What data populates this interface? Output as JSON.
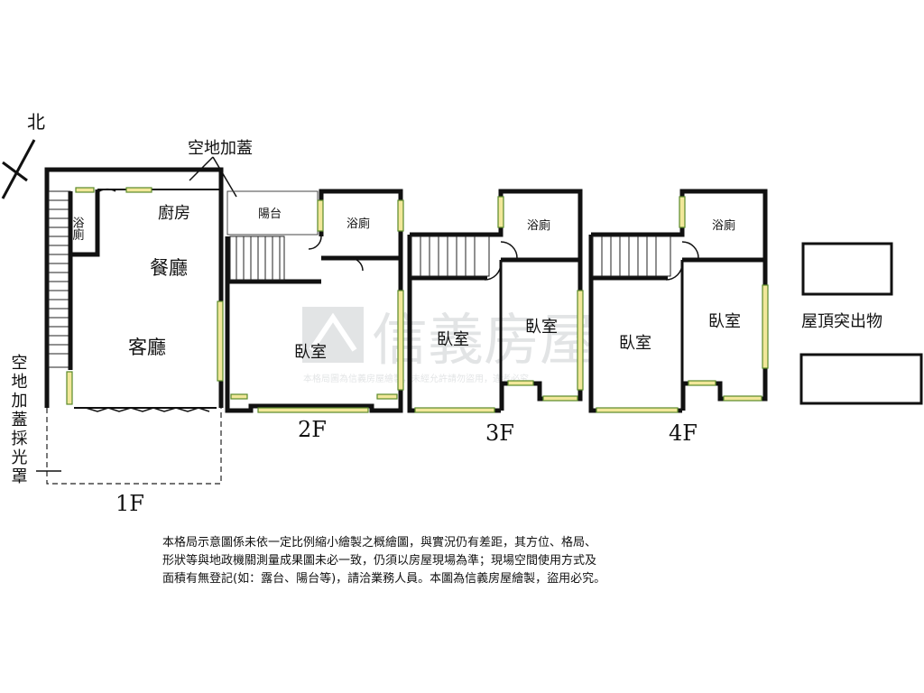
{
  "north_label": "北",
  "annotation_top": "空地加蓋",
  "annotation_left": "空地加蓋採光罩",
  "floors": {
    "f1": "1F",
    "f2": "2F",
    "f3": "3F",
    "f4": "4F"
  },
  "rooms": {
    "f1_bath": "浴廁",
    "f1_kitchen": "廚房",
    "f1_dining": "餐廳",
    "f1_living": "客廳",
    "f2_balcony": "陽台",
    "f2_bath": "浴廁",
    "f2_bedroom": "臥室",
    "f3_bath": "浴廁",
    "f3_bedroom_left": "臥室",
    "f3_bedroom_right": "臥室",
    "f4_bath": "浴廁",
    "f4_bedroom_left": "臥室",
    "f4_bedroom_right": "臥室"
  },
  "roof_label": "屋頂突出物",
  "watermark": {
    "brand": "信義房屋",
    "subtext": "本格局圖為信義房屋繪製，未經允許請勿盜用，違者必究"
  },
  "disclaimer": [
    "本格局示意圖係未依一定比例縮小繪製之概繪圖，與實況仍有差距，其方位、格局、",
    "形狀等與地政機關測量成果圖未必一致，仍須以房屋現場為準；現場空間使用方式及",
    "面積有無登記(如：露台、陽台等)，請洽業務人員。本圖為信義房屋繪製，盜用必究。"
  ]
}
